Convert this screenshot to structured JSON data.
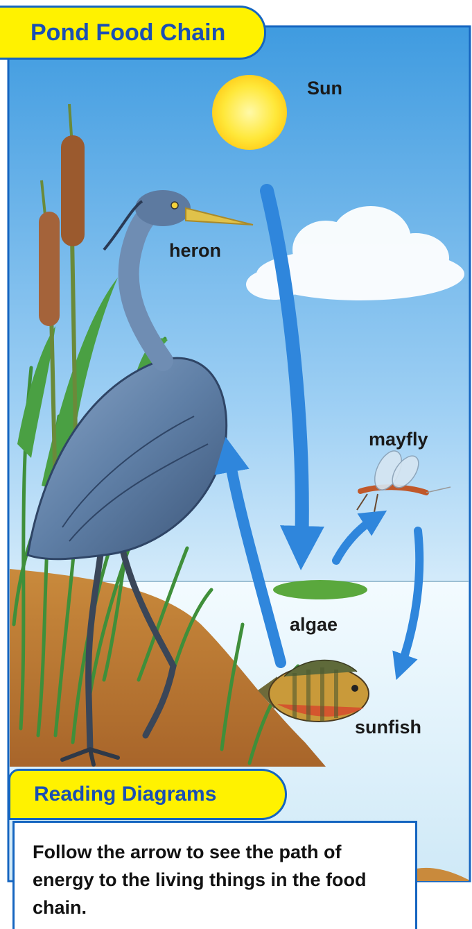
{
  "title": "Pond Food Chain",
  "labels": {
    "sun": "Sun",
    "heron": "heron",
    "mayfly": "mayfly",
    "algae": "algae",
    "sunfish": "sunfish"
  },
  "reading": {
    "heading": "Reading Diagrams",
    "text": "Follow the arrow to see the path of energy to the living things in the food chain."
  },
  "colors": {
    "frame_blue": "#1565c0",
    "tab_yellow": "#fff200",
    "heading_blue": "#1a4fb4",
    "arrow_blue": "#2f86dc"
  }
}
